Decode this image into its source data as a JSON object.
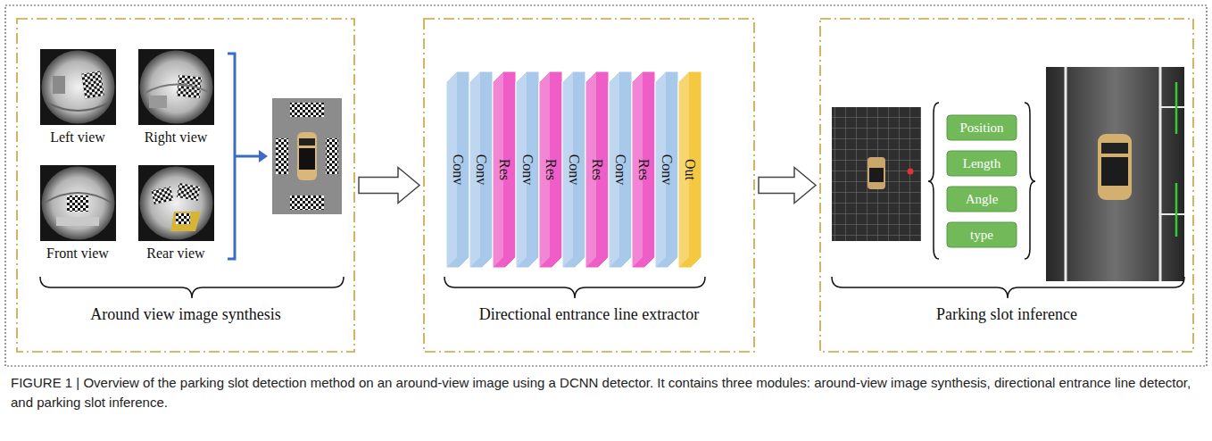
{
  "diagram": {
    "caption": "FIGURE 1 | Overview of the parking slot detection method on an around-view image using a DCNN detector. It contains three modules: around-view image synthesis, directional entrance line detector, and parking slot inference.",
    "nodes": [
      {
        "text": [
          "Around view image synthesis"
        ]
      },
      {
        "text": [
          "Directional entrance line extractor"
        ]
      },
      {
        "text": [
          "Conv"
        ],
        "in": 1
      },
      {
        "text": [
          "Conv"
        ],
        "in": 1
      },
      {
        "text": [
          "Res"
        ],
        "in": 1
      },
      {
        "text": [
          "Conv"
        ],
        "in": 1
      },
      {
        "text": [
          "Res"
        ],
        "in": 1
      },
      {
        "text": [
          "Conv"
        ],
        "in": 1
      },
      {
        "text": [
          "Res"
        ],
        "in": 1
      },
      {
        "text": [
          "Conv"
        ],
        "in": 1
      },
      {
        "text": [
          "Res"
        ],
        "in": 1
      },
      {
        "text": [
          "Conv"
        ],
        "in": 1
      },
      {
        "text": [
          "Out"
        ],
        "in": 1
      },
      {
        "text": [
          "Parking slot inference"
        ]
      },
      {
        "text": [
          "Position"
        ],
        "in": 13
      },
      {
        "text": [
          "Length"
        ],
        "in": 13
      },
      {
        "text": [
          "Angle"
        ],
        "in": 13
      },
      {
        "text": [
          "type"
        ],
        "in": 13
      }
    ],
    "edges": [
      {
        "from": 0,
        "to": 1,
        "arrow": "to"
      },
      {
        "from": 1,
        "to": 13,
        "arrow": "to"
      }
    ],
    "labels": [
      "Left view",
      "Right view",
      "Front view",
      "Rear view"
    ]
  }
}
